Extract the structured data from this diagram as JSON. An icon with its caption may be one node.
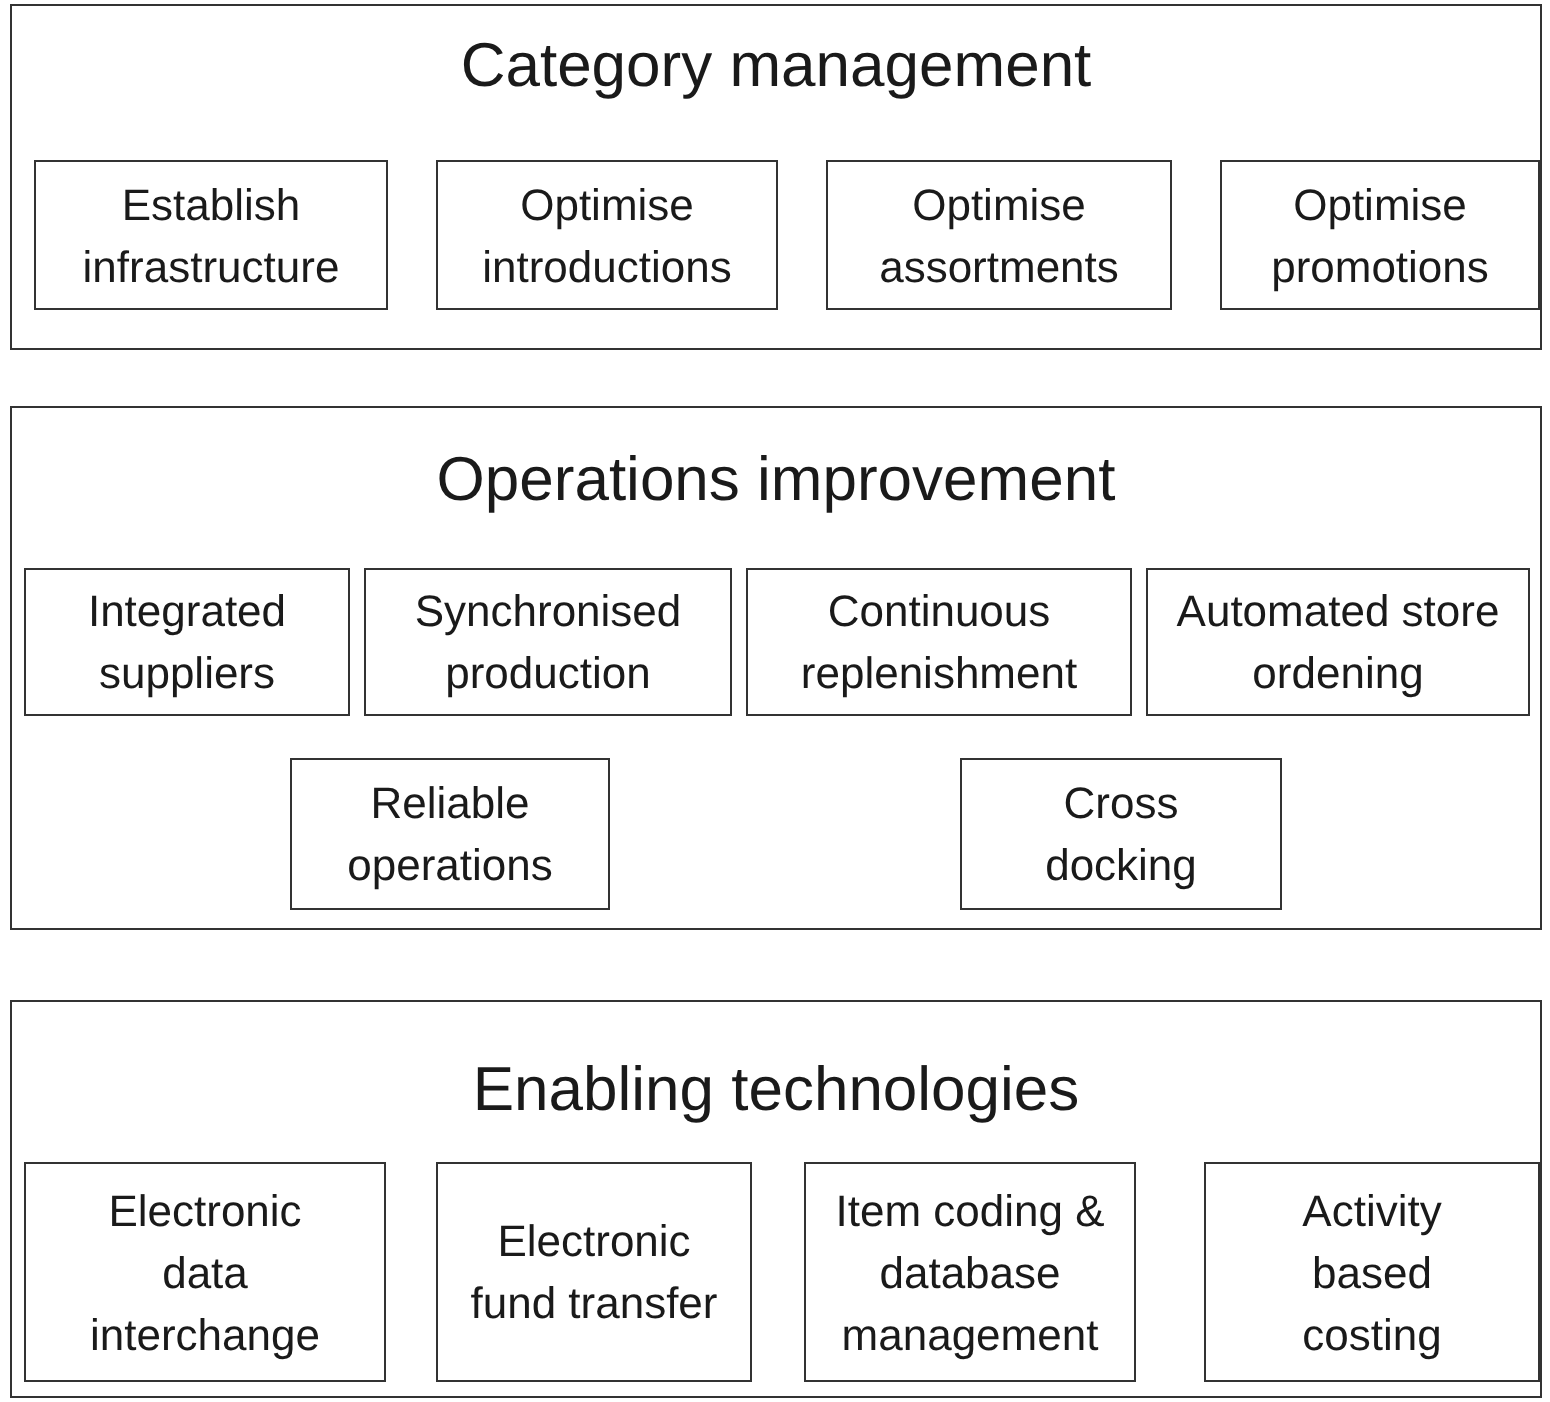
{
  "diagram": {
    "nodes": [
      {
        "text": [
          "Category management"
        ]
      },
      {
        "text": [
          "Establish infrastructure"
        ],
        "in": 0
      },
      {
        "text": [
          "Optimise introductions"
        ],
        "in": 0
      },
      {
        "text": [
          "Optimise assortments"
        ],
        "in": 0
      },
      {
        "text": [
          "Optimise promotions"
        ],
        "in": 0
      },
      {
        "text": [
          "Operations improvement"
        ]
      },
      {
        "text": [
          "Integrated suppliers"
        ],
        "in": 5
      },
      {
        "text": [
          "Synchronised production"
        ],
        "in": 5
      },
      {
        "text": [
          "Continuous replenishment"
        ],
        "in": 5
      },
      {
        "text": [
          "Automated store ordening"
        ],
        "in": 5
      },
      {
        "text": [
          "Reliable operations"
        ],
        "in": 5
      },
      {
        "text": [
          "Cross docking"
        ],
        "in": 5
      },
      {
        "text": [
          "Enabling technologies"
        ]
      },
      {
        "text": [
          "Electronic data interchange"
        ],
        "in": 12
      },
      {
        "text": [
          "Electronic fund transfer"
        ],
        "in": 12
      },
      {
        "text": [
          "Item coding & database management"
        ],
        "in": 12
      },
      {
        "text": [
          "Activity based costing"
        ],
        "in": 12
      }
    ]
  }
}
